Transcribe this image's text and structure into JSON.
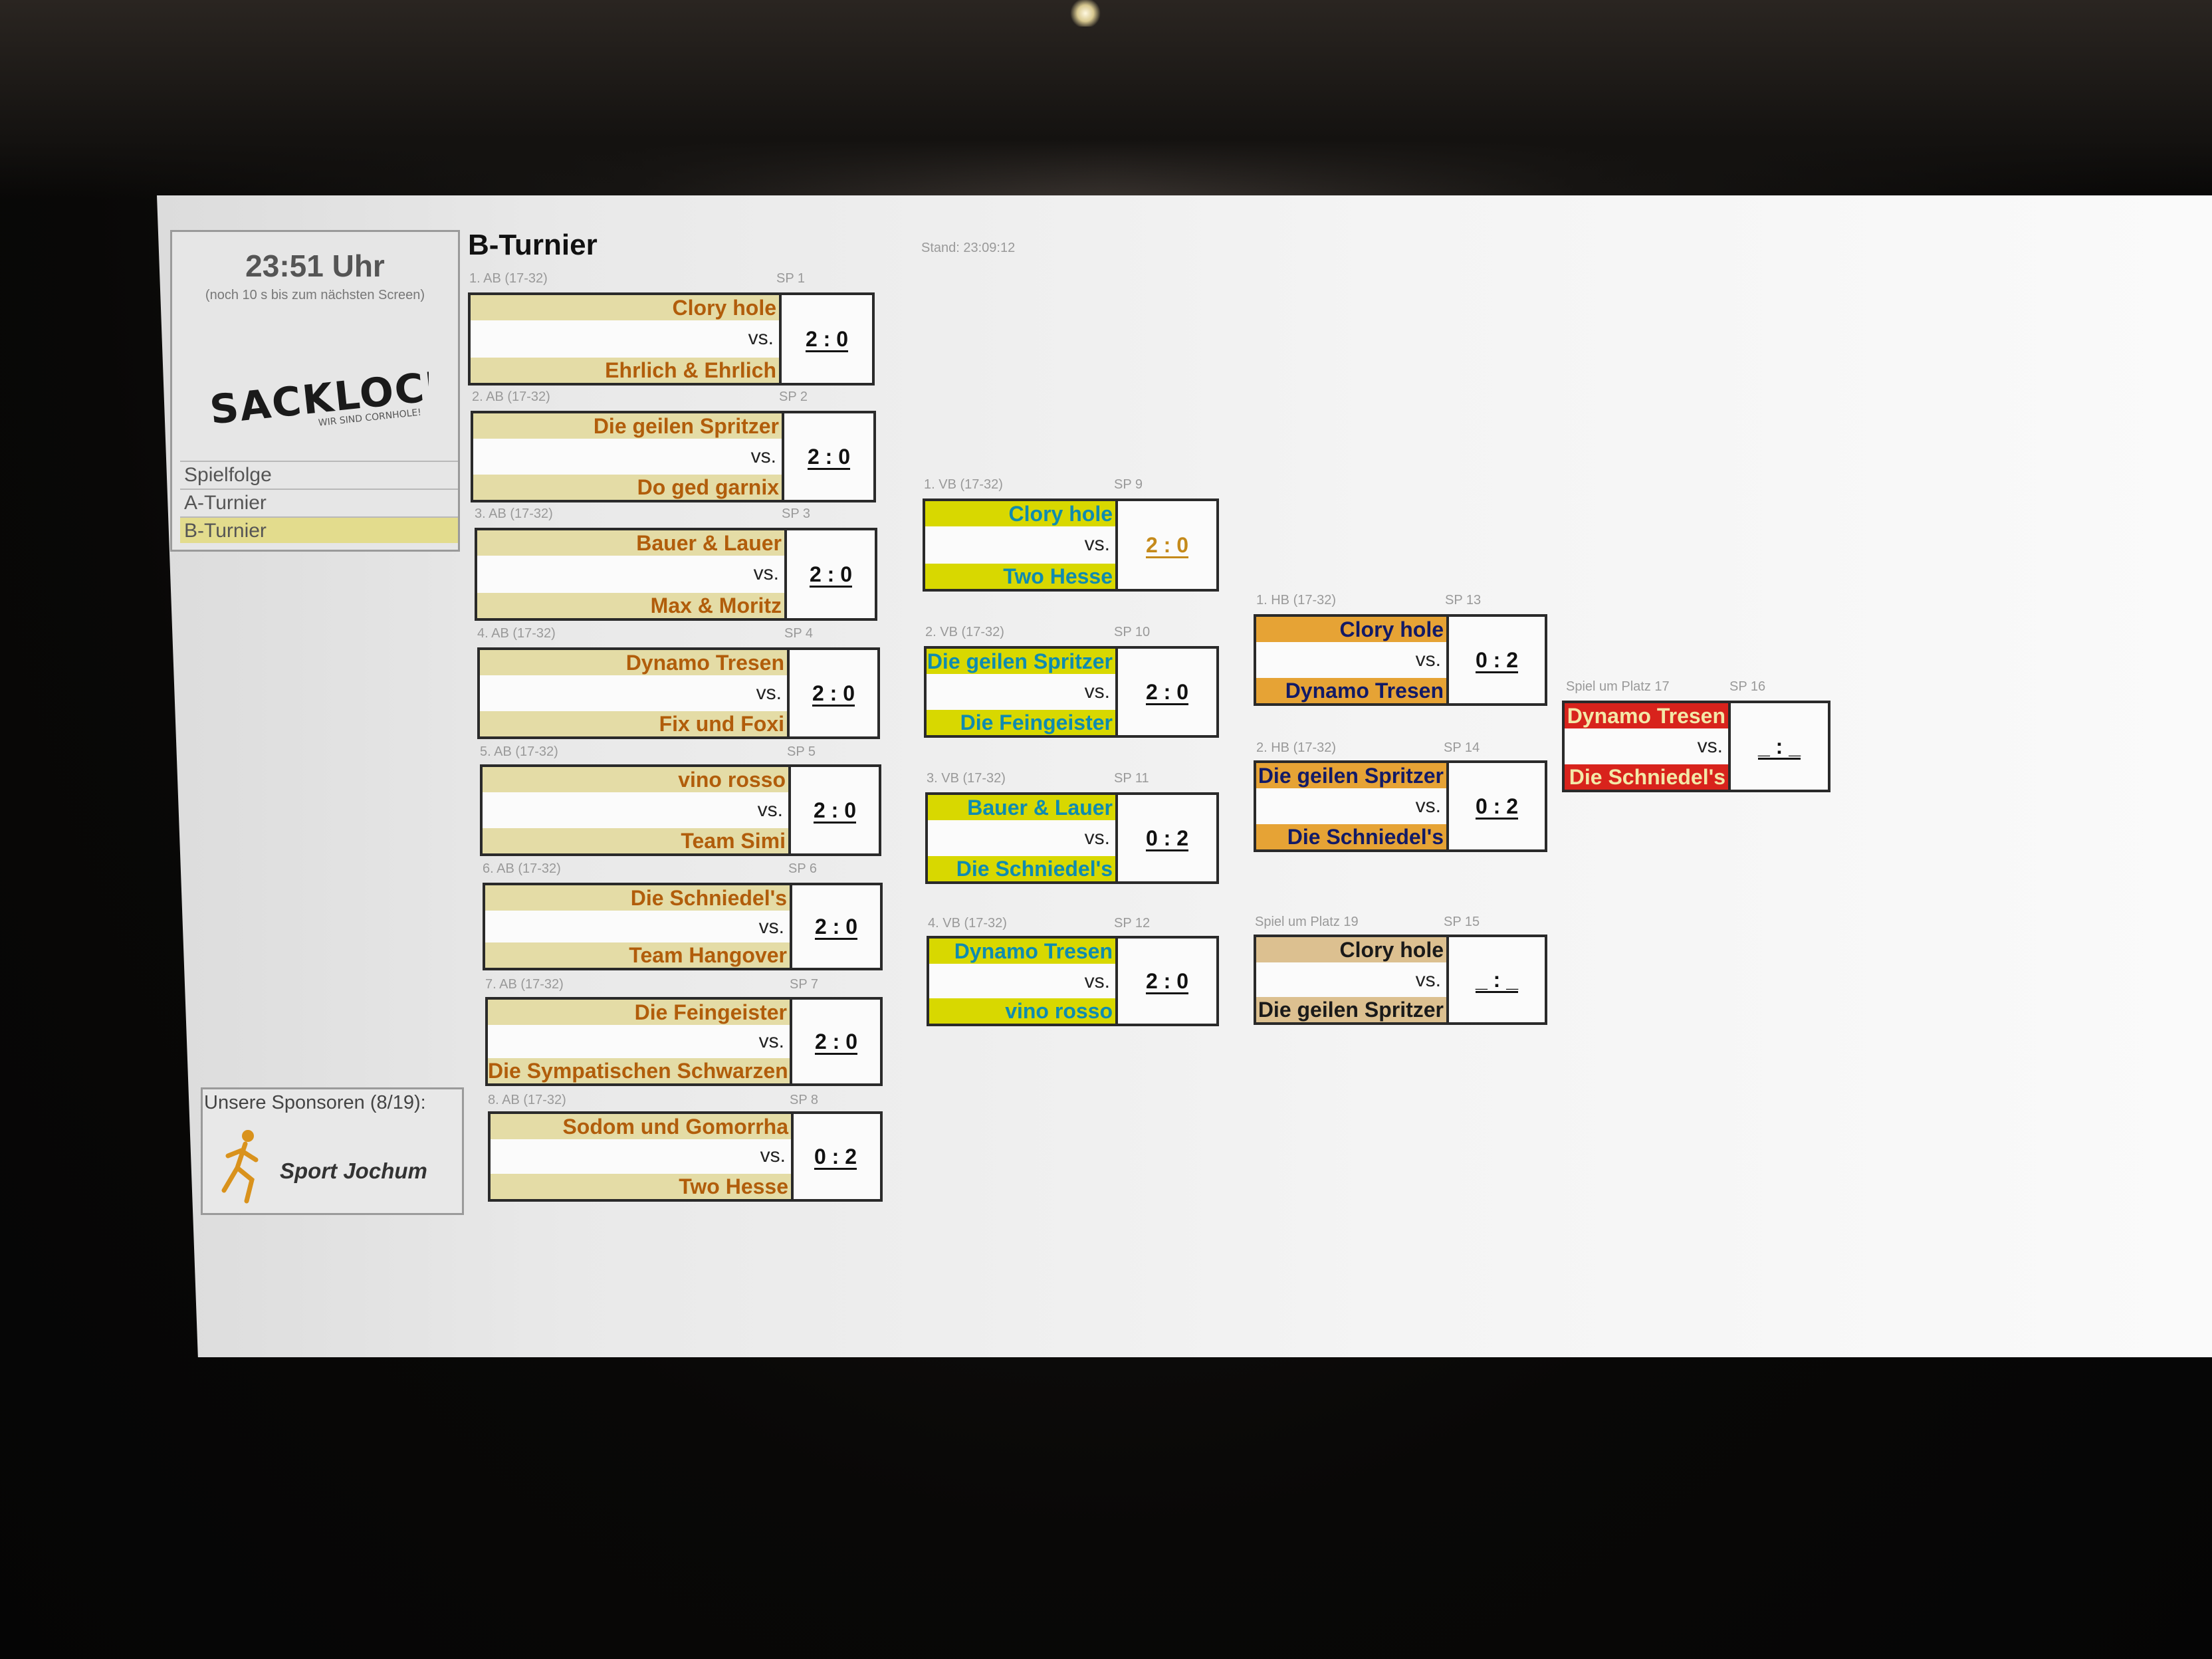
{
  "sidebar": {
    "clock": "23:51 Uhr",
    "clock_note": "(noch 10 s bis zum nächsten Screen)",
    "logo_text": "SACKLOCH",
    "logo_sub": "WIR SIND CORNHOLE!",
    "nav": [
      "Spielfolge",
      "A-Turnier",
      "B-Turnier"
    ],
    "active_nav": 2
  },
  "sponsors": {
    "title": "Unsere Sponsoren (8/19):",
    "name": "Sport Jochum"
  },
  "page": {
    "title": "B-Turnier",
    "stand": "Stand: 23:09:12",
    "vs_label": "vs."
  },
  "matches": [
    {
      "label": "1. AB (17-32)",
      "sp": "SP 1",
      "team1": "Clory hole",
      "team2": "Ehrlich & Ehrlich",
      "score": "2 : 0"
    },
    {
      "label": "2. AB (17-32)",
      "sp": "SP 2",
      "team1": "Die geilen Spritzer",
      "team2": "Do ged garnix",
      "score": "2 : 0"
    },
    {
      "label": "3. AB (17-32)",
      "sp": "SP 3",
      "team1": "Bauer & Lauer",
      "team2": "Max & Moritz",
      "score": "2 : 0"
    },
    {
      "label": "4. AB (17-32)",
      "sp": "SP 4",
      "team1": "Dynamo Tresen",
      "team2": "Fix und Foxi",
      "score": "2 : 0"
    },
    {
      "label": "5. AB (17-32)",
      "sp": "SP 5",
      "team1": "vino rosso",
      "team2": "Team Simi",
      "score": "2 : 0"
    },
    {
      "label": "6. AB (17-32)",
      "sp": "SP 6",
      "team1": "Die Schniedel's",
      "team2": "Team Hangover",
      "score": "2 : 0"
    },
    {
      "label": "7. AB (17-32)",
      "sp": "SP 7",
      "team1": "Die Feingeister",
      "team2": "Die Sympatischen Schwarzen",
      "score": "2 : 0"
    },
    {
      "label": "8. AB (17-32)",
      "sp": "SP 8",
      "team1": "Sodom und Gomorrha",
      "team2": "Two Hesse",
      "score": "0 : 2"
    },
    {
      "label": "1. VB (17-32)",
      "sp": "SP 9",
      "team1": "Clory hole",
      "team2": "Two Hesse",
      "score": "2 : 0"
    },
    {
      "label": "2. VB (17-32)",
      "sp": "SP 10",
      "team1": "Die geilen Spritzer",
      "team2": "Die Feingeister",
      "score": "2 : 0"
    },
    {
      "label": "3. VB (17-32)",
      "sp": "SP 11",
      "team1": "Bauer & Lauer",
      "team2": "Die Schniedel's",
      "score": "0 : 2"
    },
    {
      "label": "4. VB (17-32)",
      "sp": "SP 12",
      "team1": "Dynamo Tresen",
      "team2": "vino rosso",
      "score": "2 : 0"
    },
    {
      "label": "1. HB (17-32)",
      "sp": "SP 13",
      "team1": "Clory hole",
      "team2": "Dynamo Tresen",
      "score": "0 : 2"
    },
    {
      "label": "2. HB (17-32)",
      "sp": "SP 14",
      "team1": "Die geilen Spritzer",
      "team2": "Die Schniedel's",
      "score": "0 : 2"
    },
    {
      "label": "Spiel um Platz 19",
      "sp": "SP 15",
      "team1": "Clory hole",
      "team2": "Die geilen Spritzer",
      "score": "_ : _"
    },
    {
      "label": "Spiel um Platz 17",
      "sp": "SP 16",
      "team1": "Dynamo Tresen",
      "team2": "Die Schniedel's",
      "score": "_ : _"
    }
  ]
}
